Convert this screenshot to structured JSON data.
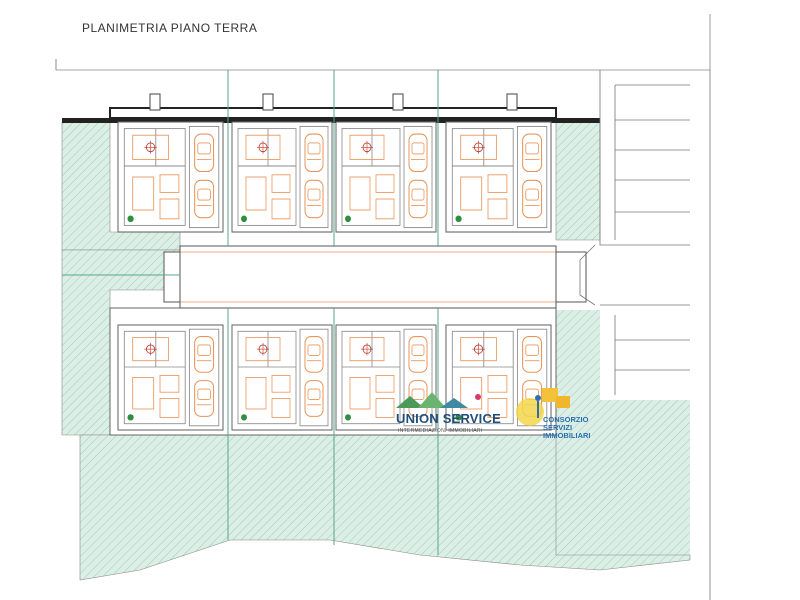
{
  "plan": {
    "title": "PLANIMETRIA PIANO TERRA"
  },
  "logos": {
    "union_service": {
      "name": "UNION SERVICE",
      "tagline": "INTERMEDIAZIONI IMMOBILIARI"
    },
    "consorzio": {
      "line1": "CONSORZIO",
      "line2": "SERVIZI",
      "line3": "IMMOBILIARI"
    }
  },
  "colors": {
    "garden_fill": "#dcefe6",
    "hatch": "#7fb59c",
    "wall": "#222222",
    "partition": "#666666",
    "furniture": "#e8955a",
    "unit_divider": "#5aa58a",
    "background": "#ffffff"
  }
}
